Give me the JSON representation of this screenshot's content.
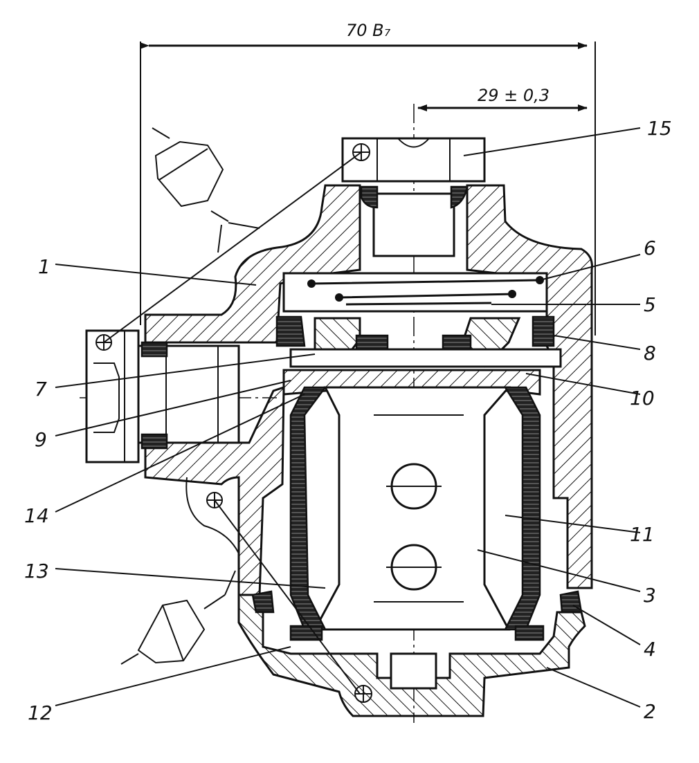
{
  "dimensions": {
    "overall_width": "70 B₇",
    "offset": "29 ± 0,3"
  },
  "callouts": [
    "1",
    "2",
    "3",
    "4",
    "5",
    "6",
    "7",
    "8",
    "9",
    "10",
    "11",
    "12",
    "13",
    "14",
    "15"
  ],
  "colors": {
    "ink": "#111111",
    "paper": "#ffffff"
  }
}
